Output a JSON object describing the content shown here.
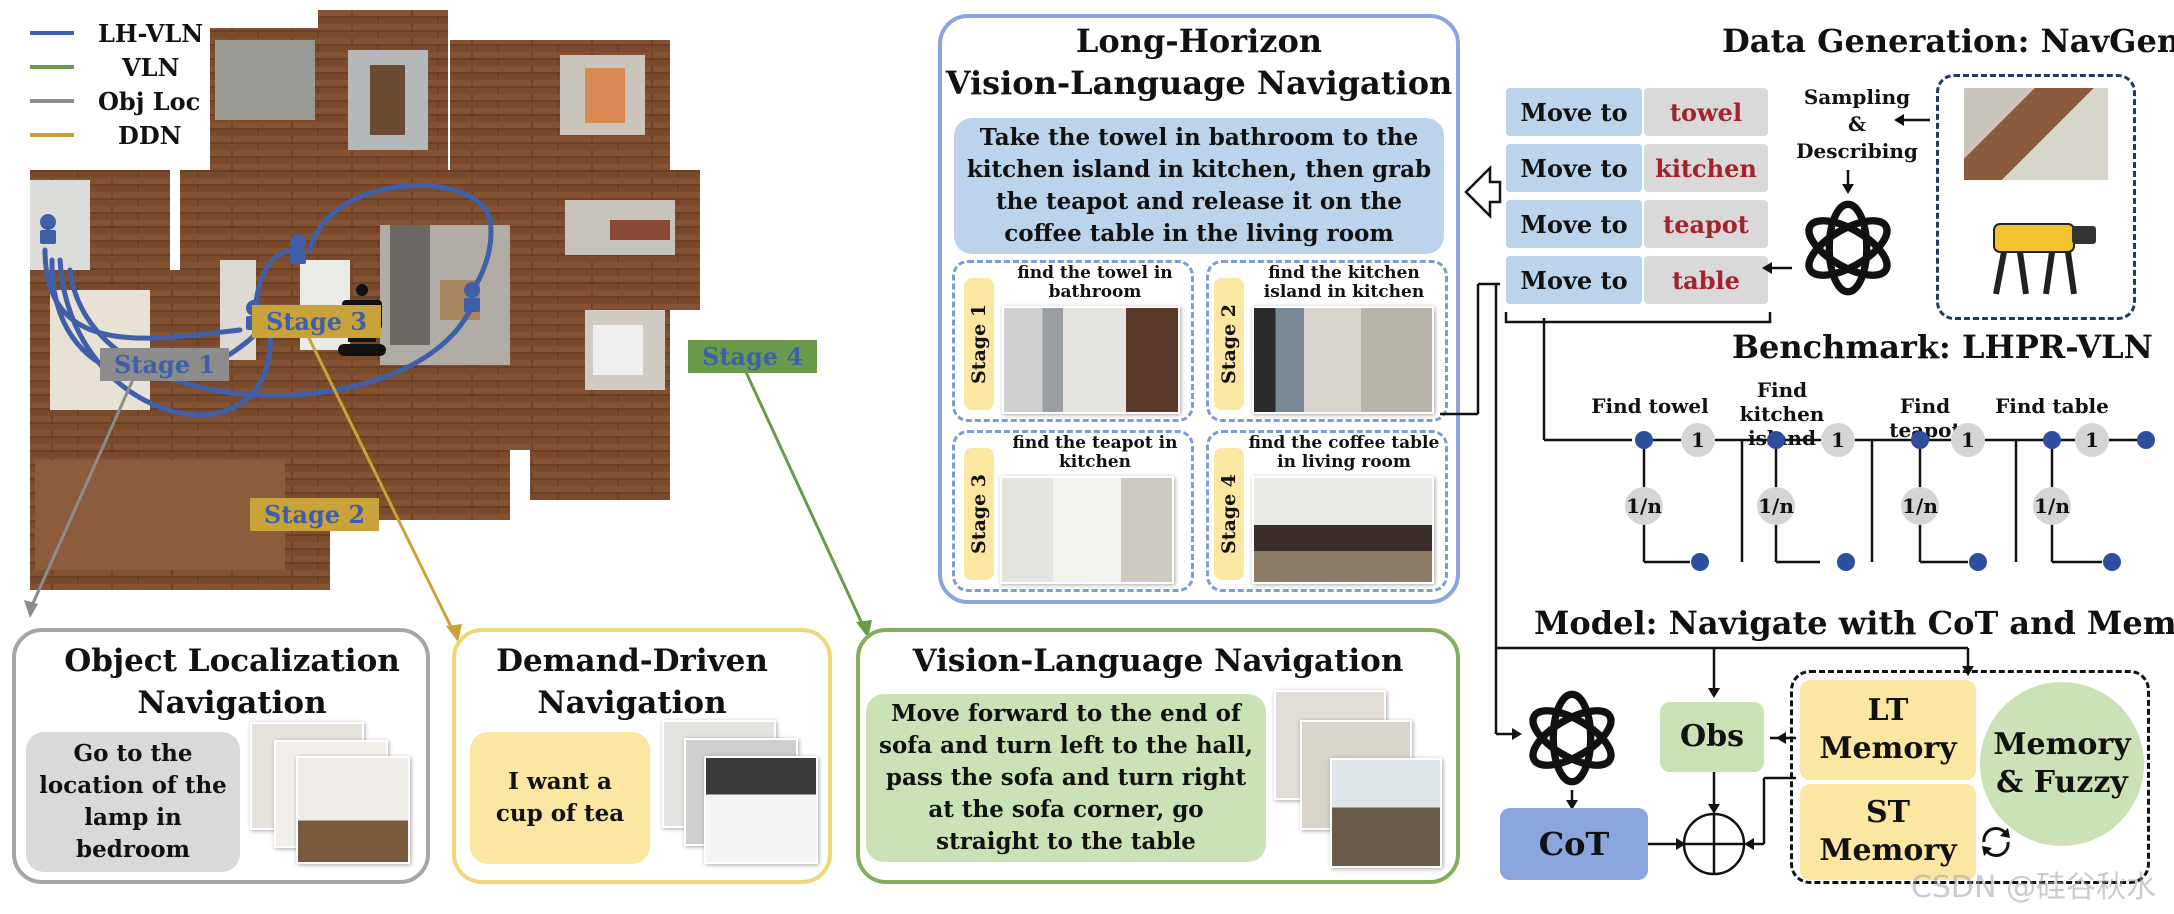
{
  "legend": [
    {
      "label": "LH-VLN",
      "color": "#3f5fa8"
    },
    {
      "label": "VLN",
      "color": "#6a9a4a"
    },
    {
      "label": "Obj Loc",
      "color": "#8c8c8c"
    },
    {
      "label": "DDN",
      "color": "#c9a23a"
    }
  ],
  "stages": {
    "s1": "Stage 1",
    "s2": "Stage 2",
    "s3": "Stage 3",
    "s4": "Stage 4"
  },
  "lhvln": {
    "title": "Long-Horizon\nVision-Language Navigation",
    "instruction": "Take the towel in bathroom to the kitchen island in kitchen, then grab the teapot and release it on the coffee table in the living room",
    "subtasks": [
      {
        "stage": "Stage 1",
        "caption": "find the towel in bathroom"
      },
      {
        "stage": "Stage 2",
        "caption": "find the kitchen island in kitchen"
      },
      {
        "stage": "Stage 3",
        "caption": "find the teapot in kitchen"
      },
      {
        "stage": "Stage 4",
        "caption": "find the coffee table in living room"
      }
    ]
  },
  "objloc": {
    "title": "Object Localization\nNavigation",
    "instruction": "Go to the location of the lamp in bedroom"
  },
  "ddn": {
    "title": "Demand-Driven\nNavigation",
    "instruction": "I want a cup of tea"
  },
  "vln": {
    "title": "Vision-Language Navigation",
    "instruction": "Move forward to the end of sofa and turn left to the hall, pass the sofa and turn right at the sofa corner, go straight to the table"
  },
  "navgen": {
    "title": "Data Generation: NavGen",
    "sampling": "Sampling\n&\nDescribing",
    "moves": [
      {
        "action": "Move to",
        "target": "towel"
      },
      {
        "action": "Move to",
        "target": "kitchen"
      },
      {
        "action": "Move to",
        "target": "teapot"
      },
      {
        "action": "Move to",
        "target": "table"
      }
    ]
  },
  "benchmark": {
    "title": "Benchmark: LHPR-VLN",
    "steps": [
      "Find towel",
      "Find kitchen\nisland",
      "Find teapot",
      "Find table"
    ],
    "edge_one": "1",
    "edge_fraction": "1/n"
  },
  "model": {
    "title": "Model: Navigate with CoT and Memory",
    "cot": "CoT",
    "obs": "Obs",
    "lt_memory": "LT\nMemory",
    "st_memory": "ST\nMemory",
    "fuzzy": "Memory\n& Fuzzy"
  },
  "watermark": "CSDN @硅谷秋水",
  "colors": {
    "blue_border": "#8aa6dc",
    "green_border": "#86ac5e",
    "gray_border": "#a6a6a6",
    "yellow_border": "#f1d77a",
    "node": "#2e4fa0"
  }
}
